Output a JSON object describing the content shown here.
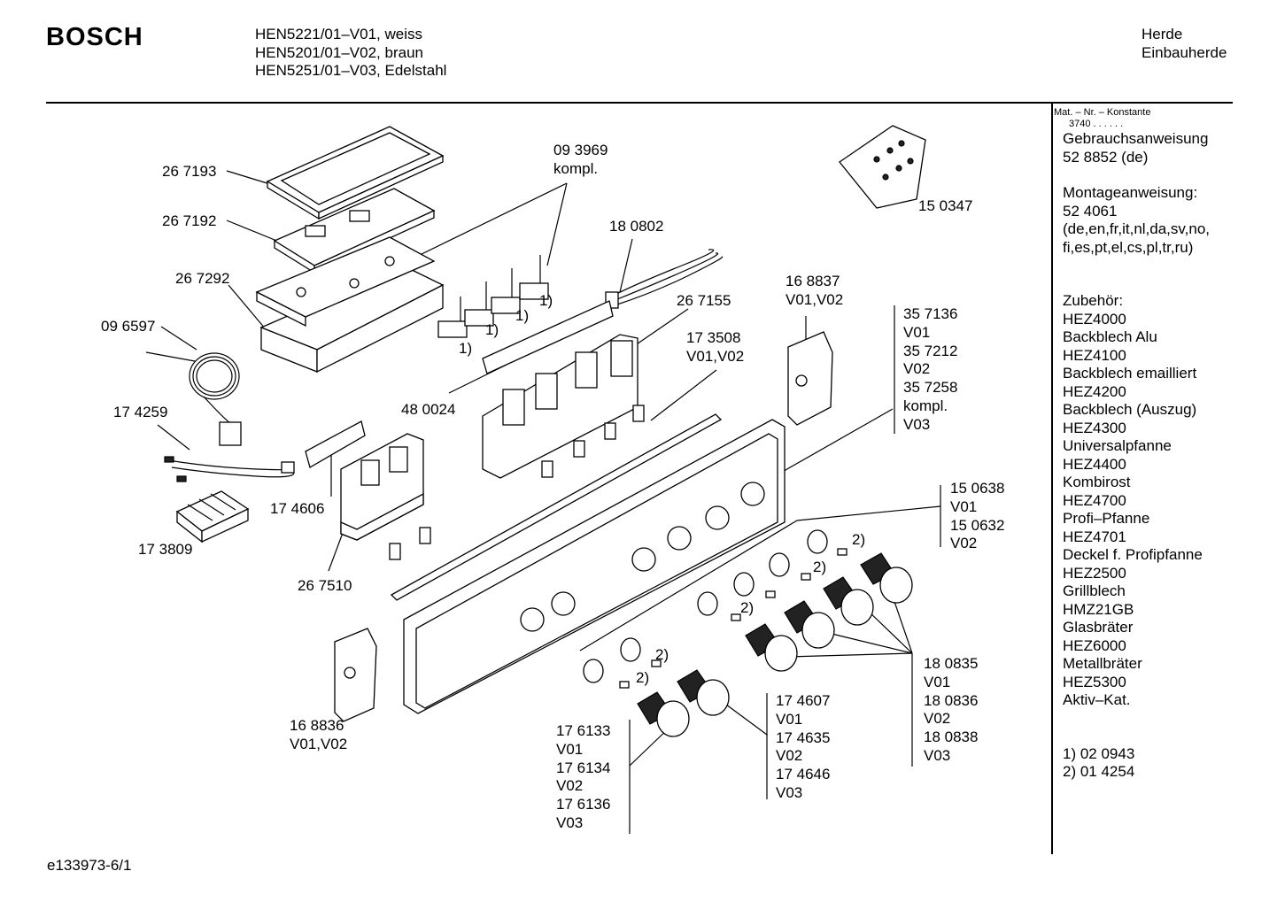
{
  "header": {
    "brand": "BOSCH",
    "models": [
      "HEN5221/01–V01, weiss",
      "HEN5201/01–V02, braun",
      "HEN5251/01–V03, Edelstahl"
    ],
    "category": [
      "Herde",
      "Einbauherde"
    ]
  },
  "sidebar": {
    "mat_header": "Mat. – Nr. – Konstante",
    "mat_value": "3740 . . . . . .",
    "lines_a": [
      "Gebrauchsanweisung",
      "52 8852 (de)"
    ],
    "lines_b": [
      "Montageanweisung:",
      "52 4061",
      "(de,en,fr,it,nl,da,sv,no,",
      "fi,es,pt,el,cs,pl,tr,ru)"
    ],
    "accessories_title": "Zubehör:",
    "accessories": [
      "HEZ4000",
      "Backblech Alu",
      "HEZ4100",
      "Backblech emailliert",
      "HEZ4200",
      "Backblech (Auszug)",
      "HEZ4300",
      "Universalpfanne",
      "HEZ4400",
      "Kombirost",
      "HEZ4700",
      "Profi–Pfanne",
      "HEZ4701",
      "Deckel f. Profipfanne",
      "HEZ2500",
      "Grillblech",
      "HMZ21GB",
      "Glasbräter",
      "HEZ6000",
      "Metallbräter",
      "HEZ5300",
      "Aktiv–Kat."
    ],
    "footnotes": [
      "1) 02 0943",
      "2) 01 4254"
    ]
  },
  "footer": {
    "doc_id": "e133973-6/1"
  },
  "parts": [
    {
      "id": "p267193",
      "text": "26 7193"
    },
    {
      "id": "p267192",
      "text": "26 7192"
    },
    {
      "id": "p267292",
      "text": "26 7292"
    },
    {
      "id": "p096597",
      "text": "09 6597"
    },
    {
      "id": "p174259",
      "text": "17 4259"
    },
    {
      "id": "p173809",
      "text": "17 3809"
    },
    {
      "id": "p174606",
      "text": "17 4606"
    },
    {
      "id": "p267510",
      "text": "26 7510"
    },
    {
      "id": "p168836",
      "text": "16 8836\nV01,V02"
    },
    {
      "id": "p093969",
      "text": "09 3969\nkompl."
    },
    {
      "id": "p180802",
      "text": "18 0802"
    },
    {
      "id": "p480024",
      "text": "48 0024"
    },
    {
      "id": "p267155",
      "text": "26 7155"
    },
    {
      "id": "p173508",
      "text": "17 3508\nV01,V02"
    },
    {
      "id": "p168837",
      "text": "16 8837\nV01,V02"
    },
    {
      "id": "p357136",
      "text": "35 7136\nV01\n35 7212\nV02\n35 7258\nkompl.\nV03"
    },
    {
      "id": "p150347",
      "text": "15 0347"
    },
    {
      "id": "p150638",
      "text": "15 0638\nV01\n15 0632\nV02"
    },
    {
      "id": "p180835",
      "text": "18 0835\nV01\n18 0836\nV02\n18 0838\nV03"
    },
    {
      "id": "p174607",
      "text": "17 4607\nV01\n17 4635\nV02\n17 4646\nV03"
    },
    {
      "id": "p176133",
      "text": "17 6133\nV01\n17 6134\nV02\n17 6136\nV03"
    },
    {
      "id": "fn1a",
      "text": "1)"
    },
    {
      "id": "fn1b",
      "text": "1)"
    },
    {
      "id": "fn1c",
      "text": "1)"
    },
    {
      "id": "fn1d",
      "text": "1)"
    },
    {
      "id": "fn2a",
      "text": "2)"
    },
    {
      "id": "fn2b",
      "text": "2)"
    },
    {
      "id": "fn2c",
      "text": "2)"
    },
    {
      "id": "fn2d",
      "text": "2)"
    },
    {
      "id": "fn2e",
      "text": "2)"
    }
  ]
}
